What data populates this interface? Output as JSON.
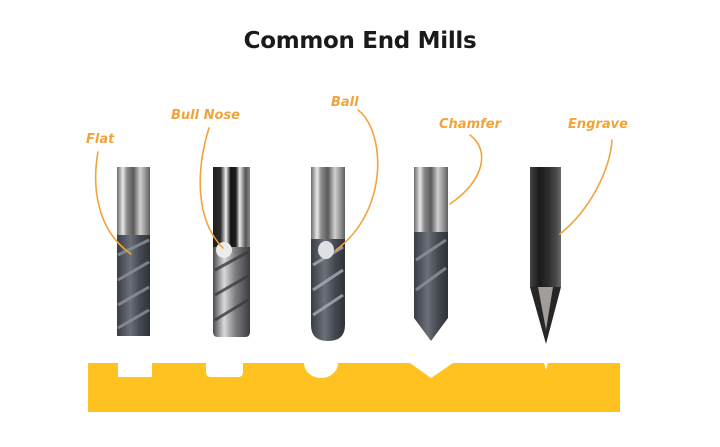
{
  "title": "Common End Mills",
  "accent_color": "#F2A33A",
  "profile_color": "#FFC220",
  "tools": [
    {
      "id": "flat",
      "label": "Flat"
    },
    {
      "id": "bull-nose",
      "label": "Bull Nose"
    },
    {
      "id": "ball",
      "label": "Ball"
    },
    {
      "id": "chamfer",
      "label": "Chamfer"
    },
    {
      "id": "engrave",
      "label": "Engrave"
    }
  ]
}
